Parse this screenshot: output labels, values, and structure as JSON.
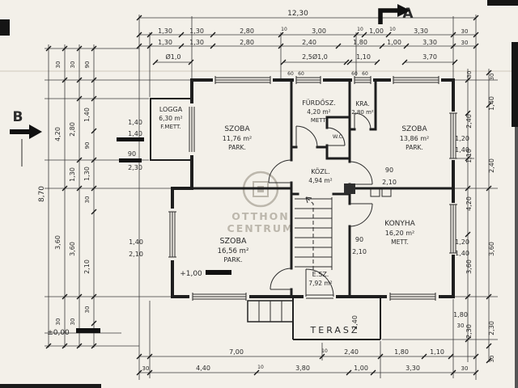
{
  "section_markers": {
    "a": "A",
    "b": "B"
  },
  "overall": {
    "width": "12,30",
    "height": "8,70"
  },
  "levels": {
    "upper_floor": "+1,00",
    "ground": "±0,00"
  },
  "watermark": {
    "line1": "OTTHON",
    "line2": "CENTRUM"
  },
  "rooms": {
    "loggia": {
      "name": "LOGGA",
      "area": "6,30 m²",
      "finish": "F.METT."
    },
    "szoba_small": {
      "name": "SZOBA",
      "area": "11,76 m²",
      "finish": "PARK."
    },
    "furdoszoba": {
      "name": "FÜRDŐSZ.",
      "area": "4,20 m²",
      "finish": "METT."
    },
    "wc": {
      "name": "W.C."
    },
    "kamra": {
      "name": "KRA.",
      "area": "2,80 m²"
    },
    "szoba_mid": {
      "name": "SZOBA",
      "area": "13,86 m²",
      "finish": "PARK."
    },
    "kozlekedo": {
      "name": "KÖZL.",
      "area": "4,94 m²"
    },
    "szoba_large": {
      "name": "SZOBA",
      "area": "16,56 m²",
      "finish": "PARK."
    },
    "konyha": {
      "name": "KONYHA",
      "area": "16,20 m²",
      "finish": "METT."
    },
    "eloszoba": {
      "name": "E.SZ.",
      "area": "7,92 m²"
    },
    "terasz": {
      "name": "TERASZ"
    }
  },
  "dims": {
    "top_row1": [
      "1,30",
      "1,30",
      "2,80",
      "10",
      "3,00",
      "10",
      "1,00",
      "10",
      "3,30",
      "30"
    ],
    "top_row2": [
      "1,30",
      "1,30",
      "2,80",
      "2,40",
      "1,80",
      "1,00",
      "3,30",
      "30"
    ],
    "top_row3": [
      "Ø1,0",
      "2,5Ø1,0",
      "1,10",
      "3,70"
    ],
    "left_col_outer": [
      "30",
      "4,20",
      "3,60",
      "30"
    ],
    "left_col_mid": [
      "30",
      "2,80",
      "1,30",
      "3,60",
      "30"
    ],
    "left_col_inner": [
      "90",
      "1,40",
      "90",
      "1,30",
      "30",
      "2,10",
      "30"
    ],
    "left_wall": [
      "1,40",
      "1,40",
      "90",
      "2,30",
      "1,40",
      "2,10"
    ],
    "right_col_inner": [
      "30",
      "2,40",
      "1,10",
      "4,20",
      "3,60",
      "2,30"
    ],
    "right_col_outer": [
      "30",
      "1,40",
      "2,40",
      "3,60",
      "2,30",
      "30"
    ],
    "right_wall": [
      "1,20",
      "1,40",
      "1,20",
      "1,40",
      "1,80",
      "30"
    ],
    "bottom_row1": [
      "7,00",
      "10",
      "2,40",
      "1,80",
      "1,10"
    ],
    "bottom_row2": [
      "30",
      "4,40",
      "10",
      "3,80",
      "1,00",
      "3,30",
      "30"
    ],
    "interior": [
      "90",
      "2,10",
      "90",
      "2,10",
      "2,40"
    ],
    "small_top": [
      "60",
      "60",
      "60",
      "60"
    ]
  }
}
